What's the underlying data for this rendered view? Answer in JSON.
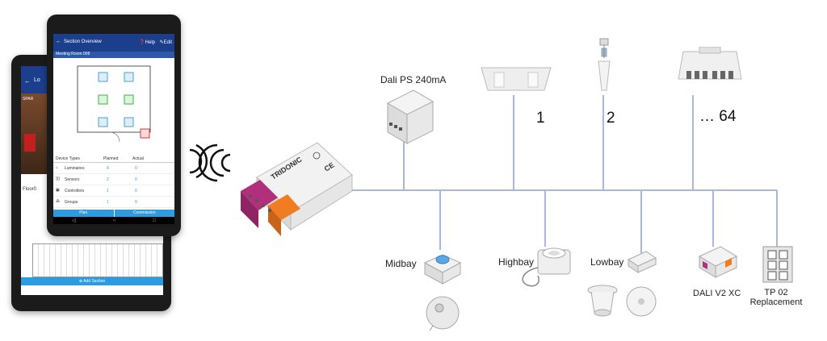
{
  "labels": {
    "dali_ps": "Dali PS 240mA",
    "fixture_1": "1",
    "fixture_2": "2",
    "fixture_64": "… 64",
    "midbay": "Midbay",
    "highbay": "Highbay",
    "lowbay": "Lowbay",
    "dali_v2xc": "DALI V2 XC",
    "tp02_line1": "TP 02",
    "tp02_line2": "Replacement"
  },
  "device_brand": "TRIDONIC",
  "front_tablet": {
    "title": "Section Overview",
    "help": "Help",
    "edit": "Edit",
    "subtitle": "Meeting Room 008",
    "table_headers": [
      "Device Types",
      "Planned",
      "Actual"
    ],
    "rows": [
      {
        "name": "Luminaires",
        "planned": "4",
        "actual": "0"
      },
      {
        "name": "Sensors",
        "planned": "2",
        "actual": "0"
      },
      {
        "name": "Controllers",
        "planned": "1",
        "actual": "0"
      },
      {
        "name": "Groups",
        "planned": "1",
        "actual": "0"
      }
    ],
    "tab_plan": "Plan",
    "tab_commission": "Commission"
  },
  "back_tablet": {
    "title": "Lo",
    "store": "SPAR",
    "floor": "Floor0",
    "add_section": "Add Section"
  },
  "colors": {
    "app_blue": "#1b3f8c",
    "tab_blue": "#2d9be0",
    "bus_line": "#a8b8d8",
    "terminal_purple": "#b0307c",
    "terminal_orange": "#f07d22"
  }
}
